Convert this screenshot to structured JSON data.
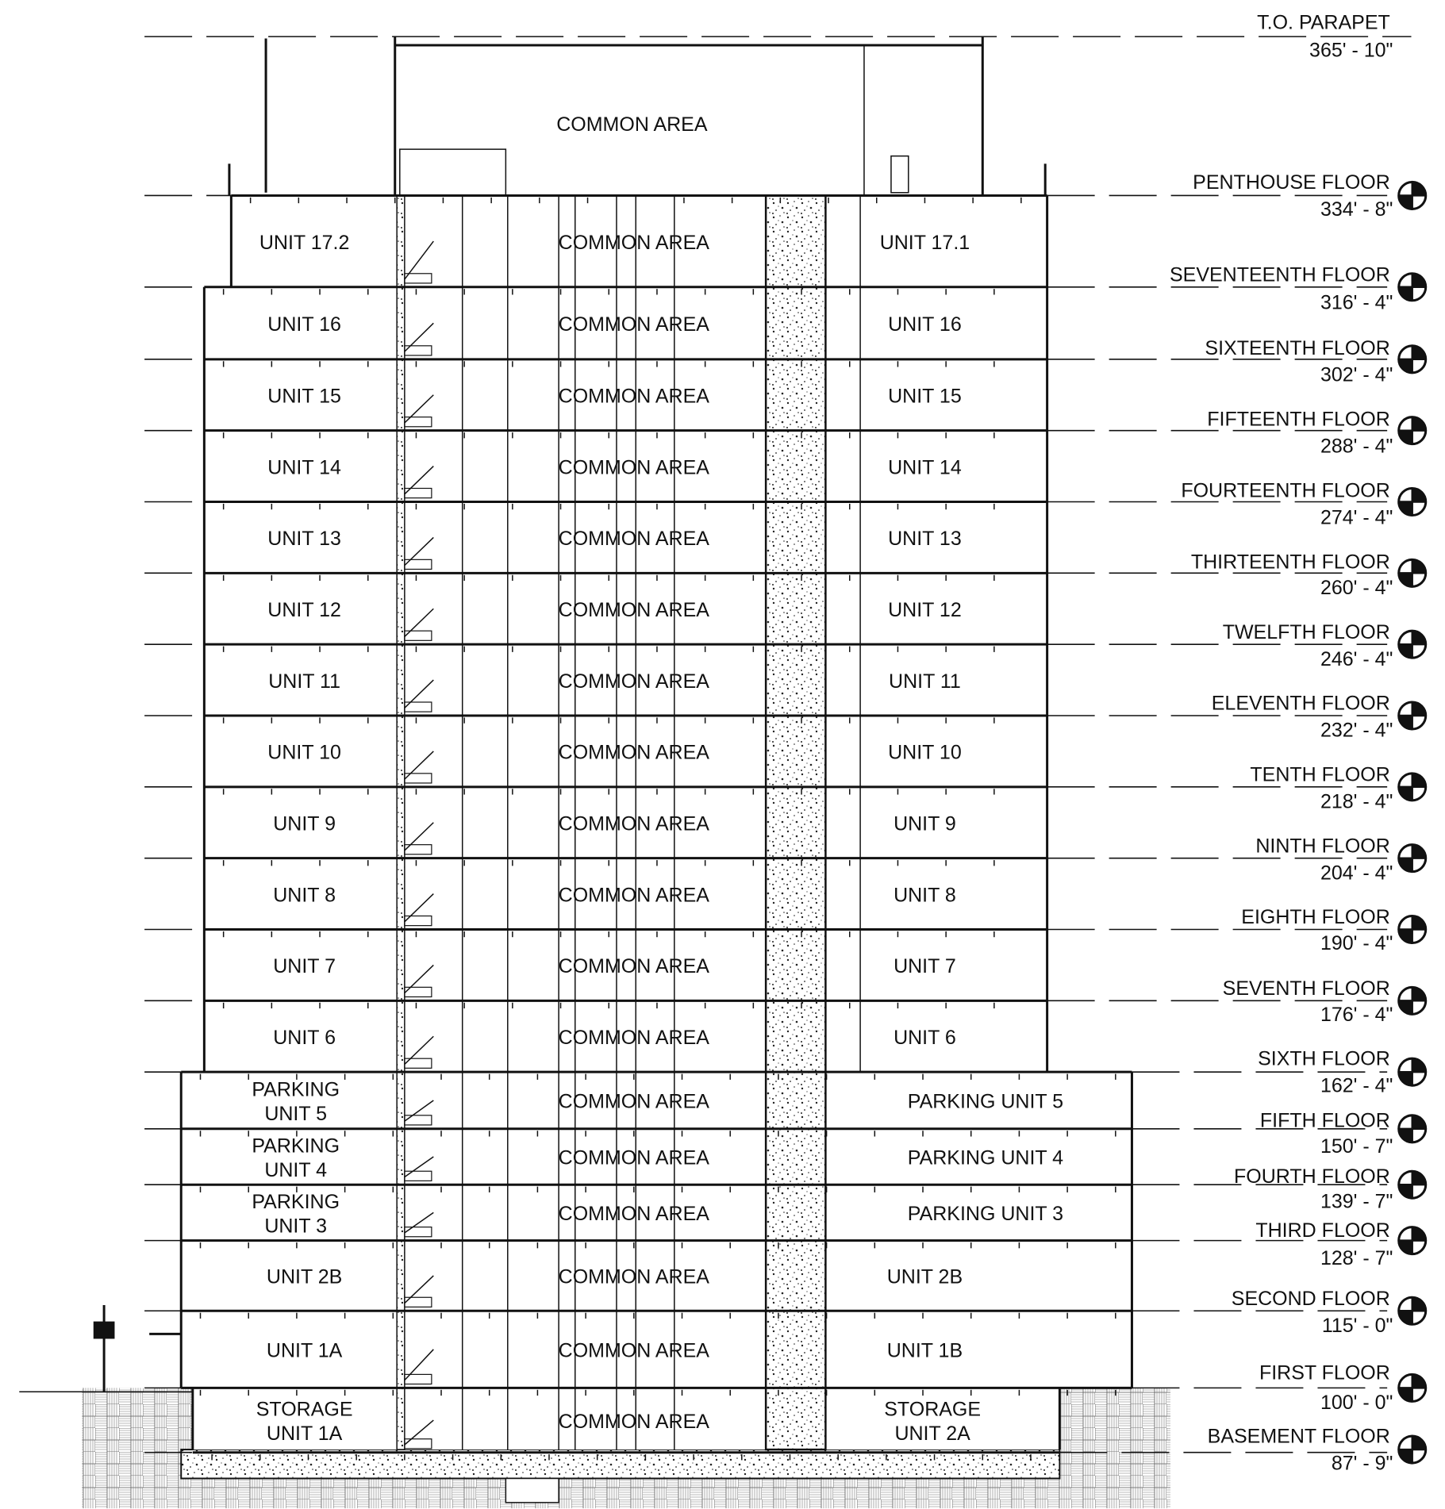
{
  "levels": [
    {
      "name": "T.O. PARAPET",
      "elevation": "365' - 10\""
    },
    {
      "name": "PENTHOUSE FLOOR",
      "elevation": "334' - 8\""
    },
    {
      "name": "SEVENTEENTH FLOOR",
      "elevation": "316' - 4\""
    },
    {
      "name": "SIXTEENTH FLOOR",
      "elevation": "302' - 4\""
    },
    {
      "name": "FIFTEENTH FLOOR",
      "elevation": "288' - 4\""
    },
    {
      "name": "FOURTEENTH FLOOR",
      "elevation": "274' - 4\""
    },
    {
      "name": "THIRTEENTH FLOOR",
      "elevation": "260' - 4\""
    },
    {
      "name": "TWELFTH FLOOR",
      "elevation": "246' - 4\""
    },
    {
      "name": "ELEVENTH FLOOR",
      "elevation": "232' - 4\""
    },
    {
      "name": "TENTH FLOOR",
      "elevation": "218' - 4\""
    },
    {
      "name": "NINTH FLOOR",
      "elevation": "204' - 4\""
    },
    {
      "name": "EIGHTH FLOOR",
      "elevation": "190' - 4\""
    },
    {
      "name": "SEVENTH FLOOR",
      "elevation": "176' - 4\""
    },
    {
      "name": "SIXTH FLOOR",
      "elevation": "162' - 4\""
    },
    {
      "name": "FIFTH FLOOR",
      "elevation": "150' - 7\""
    },
    {
      "name": "FOURTH FLOOR",
      "elevation": "139' - 7\""
    },
    {
      "name": "THIRD FLOOR",
      "elevation": "128' - 7\""
    },
    {
      "name": "SECOND FLOOR",
      "elevation": "115' - 0\""
    },
    {
      "name": "FIRST FLOOR",
      "elevation": "100' - 0\""
    },
    {
      "name": "BASEMENT FLOOR",
      "elevation": "87' - 9\""
    }
  ],
  "rooms": {
    "roof_common": "COMMON AREA",
    "left": [
      "UNIT 17.2",
      "UNIT 16",
      "UNIT 15",
      "UNIT 14",
      "UNIT 13",
      "UNIT 12",
      "UNIT 11",
      "UNIT 10",
      "UNIT 9",
      "UNIT 8",
      "UNIT 7",
      "UNIT 6",
      "PARKING\nUNIT 5",
      "PARKING\nUNIT 4",
      "PARKING\nUNIT 3",
      "UNIT 2B",
      "UNIT 1A",
      "STORAGE\nUNIT 1A"
    ],
    "center": [
      "COMMON AREA",
      "COMMON AREA",
      "COMMON AREA",
      "COMMON AREA",
      "COMMON AREA",
      "COMMON AREA",
      "COMMON AREA",
      "COMMON AREA",
      "COMMON AREA",
      "COMMON AREA",
      "COMMON AREA",
      "COMMON AREA",
      "COMMON AREA",
      "COMMON AREA",
      "COMMON AREA",
      "COMMON AREA",
      "COMMON AREA",
      "COMMON AREA"
    ],
    "right": [
      "UNIT 17.1",
      "UNIT 16",
      "UNIT 15",
      "UNIT 14",
      "UNIT 13",
      "UNIT 12",
      "UNIT 11",
      "UNIT 10",
      "UNIT 9",
      "UNIT 8",
      "UNIT 7",
      "UNIT 6",
      "PARKING UNIT 5",
      "PARKING UNIT 4",
      "PARKING UNIT 3",
      "UNIT 2B",
      "UNIT 1B",
      "STORAGE\nUNIT 2A"
    ]
  }
}
